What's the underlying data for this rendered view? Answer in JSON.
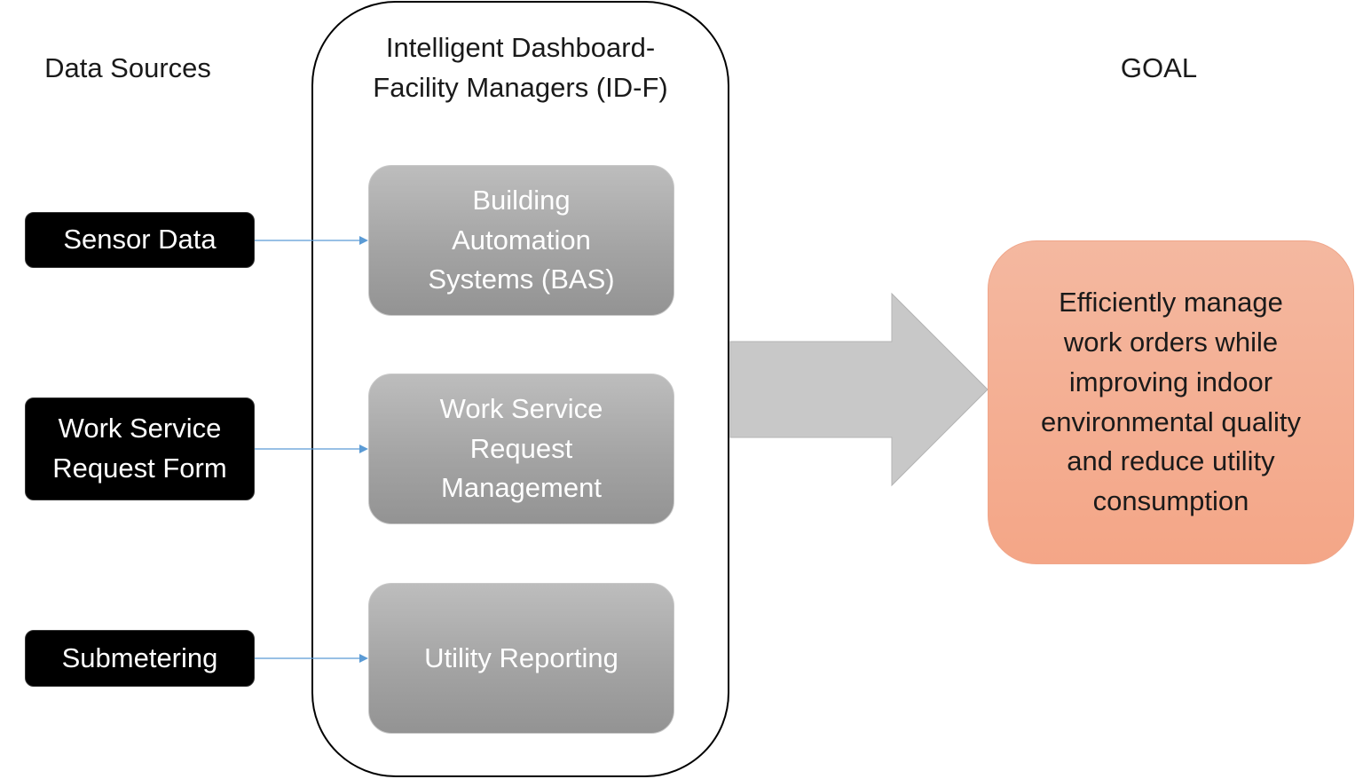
{
  "headers": {
    "data_sources": "Data Sources",
    "goal": "GOAL"
  },
  "container": {
    "title": "Intelligent Dashboard-\nFacility Managers (ID-F)"
  },
  "sources": [
    {
      "label": "Sensor Data"
    },
    {
      "label": "Work Service\nRequest Form"
    },
    {
      "label": "Submetering"
    }
  ],
  "modules": [
    {
      "label": "Building\nAutomation\nSystems (BAS)"
    },
    {
      "label": "Work Service\nRequest\nManagement"
    },
    {
      "label": "Utility Reporting"
    }
  ],
  "goal": {
    "text": "Efficiently manage\nwork orders while\nimproving indoor\nenvironmental quality\nand reduce utility\nconsumption"
  },
  "colors": {
    "source_fill": "#000000",
    "module_fill": "#a6a6a6",
    "goal_fill": "#f4a687",
    "goal_border": "#f0a68a",
    "connector": "#5b9bd5",
    "big_arrow_fill": "#c8c8c8"
  }
}
